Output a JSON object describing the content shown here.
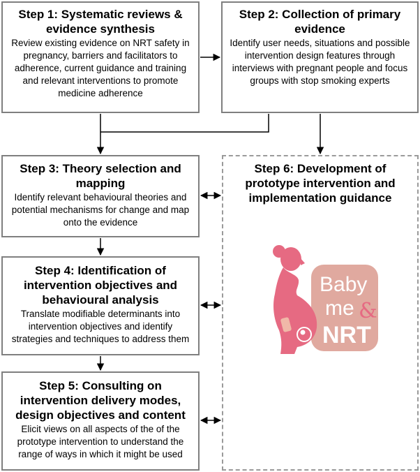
{
  "steps": [
    {
      "title": "Step 1: Systematic reviews & evidence synthesis",
      "body": "Review existing evidence on NRT safety in pregnancy, barriers and facilitators to adherence, current guidance and training and relevant interventions to promote medicine adherence"
    },
    {
      "title": "Step 2: Collection of primary evidence",
      "body": "Identify user needs, situations and possible intervention design features through interviews with pregnant people and focus groups with stop smoking experts"
    },
    {
      "title": "Step 3: Theory selection and mapping",
      "body": "Identify relevant behavioural theories and potential mechanisms for change and map onto the evidence"
    },
    {
      "title": "Step 4: Identification of intervention objectives and behavioural analysis",
      "body": "Translate modifiable determinants into intervention objectives and identify strategies and techniques to address them"
    },
    {
      "title": "Step 5: Consulting on intervention delivery modes, design objectives and content",
      "body": "Elicit views on all aspects of the of the prototype intervention to understand the range of ways in which it might be used"
    },
    {
      "title": "Step 6: Development of prototype intervention and implementation guidance",
      "body": ""
    }
  ],
  "logo": {
    "line1": "Baby",
    "line2": "me",
    "ampersand": "&",
    "line3": "NRT",
    "icon": "pregnant-silhouette-icon",
    "colors": {
      "silhouette": "#e66a82",
      "card": "#e0a99f",
      "text": "#ffffff"
    }
  },
  "colors": {
    "box_border": "#7f7f7f",
    "dashed_border": "#9a9a9a",
    "arrow": "#000000"
  }
}
